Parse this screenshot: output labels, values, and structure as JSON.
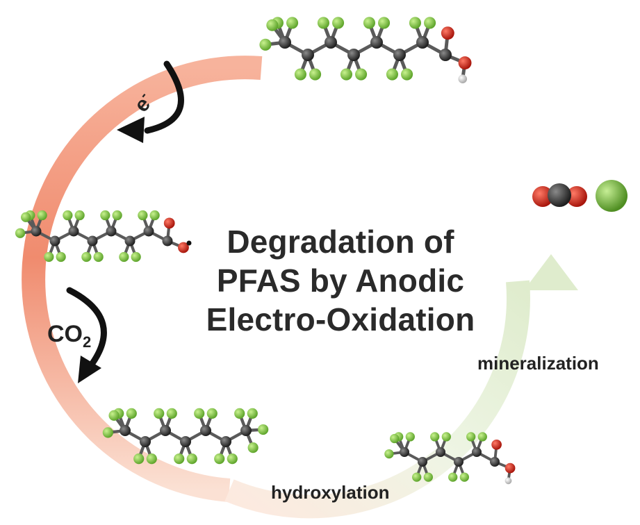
{
  "title": {
    "line1": "Degradation of",
    "line2": "PFAS by Anodic",
    "line3": "Electro-Oxidation"
  },
  "labels": {
    "electron_symbol": "e",
    "electron_superscript": "-",
    "co2_main": "CO",
    "co2_sub": "2",
    "mineralization": "mineralization",
    "hydroxylation": "hydroxylation"
  },
  "colors": {
    "arc_warm": "#f08b6e",
    "arc_pale": "#fbe3d8",
    "arc_green": "#e3efd2",
    "fluorine": "#8fd14f",
    "carbon": "#3c3c3c",
    "oxygen": "#d72a1e",
    "hydrogen": "#e8e8e8",
    "chlorine_sphere": "#7ec24a",
    "text": "#2a2a2a"
  },
  "molecules": {
    "top": "perfluoro-carboxylic-acid",
    "left": "perfluoro-carboxylate-radical",
    "bottom_left": "perfluoro-alkyl-chain",
    "bottom_right": "shorter-perfluoro-carboxylic-acid",
    "products": [
      "carbon-dioxide",
      "fluoride"
    ]
  }
}
